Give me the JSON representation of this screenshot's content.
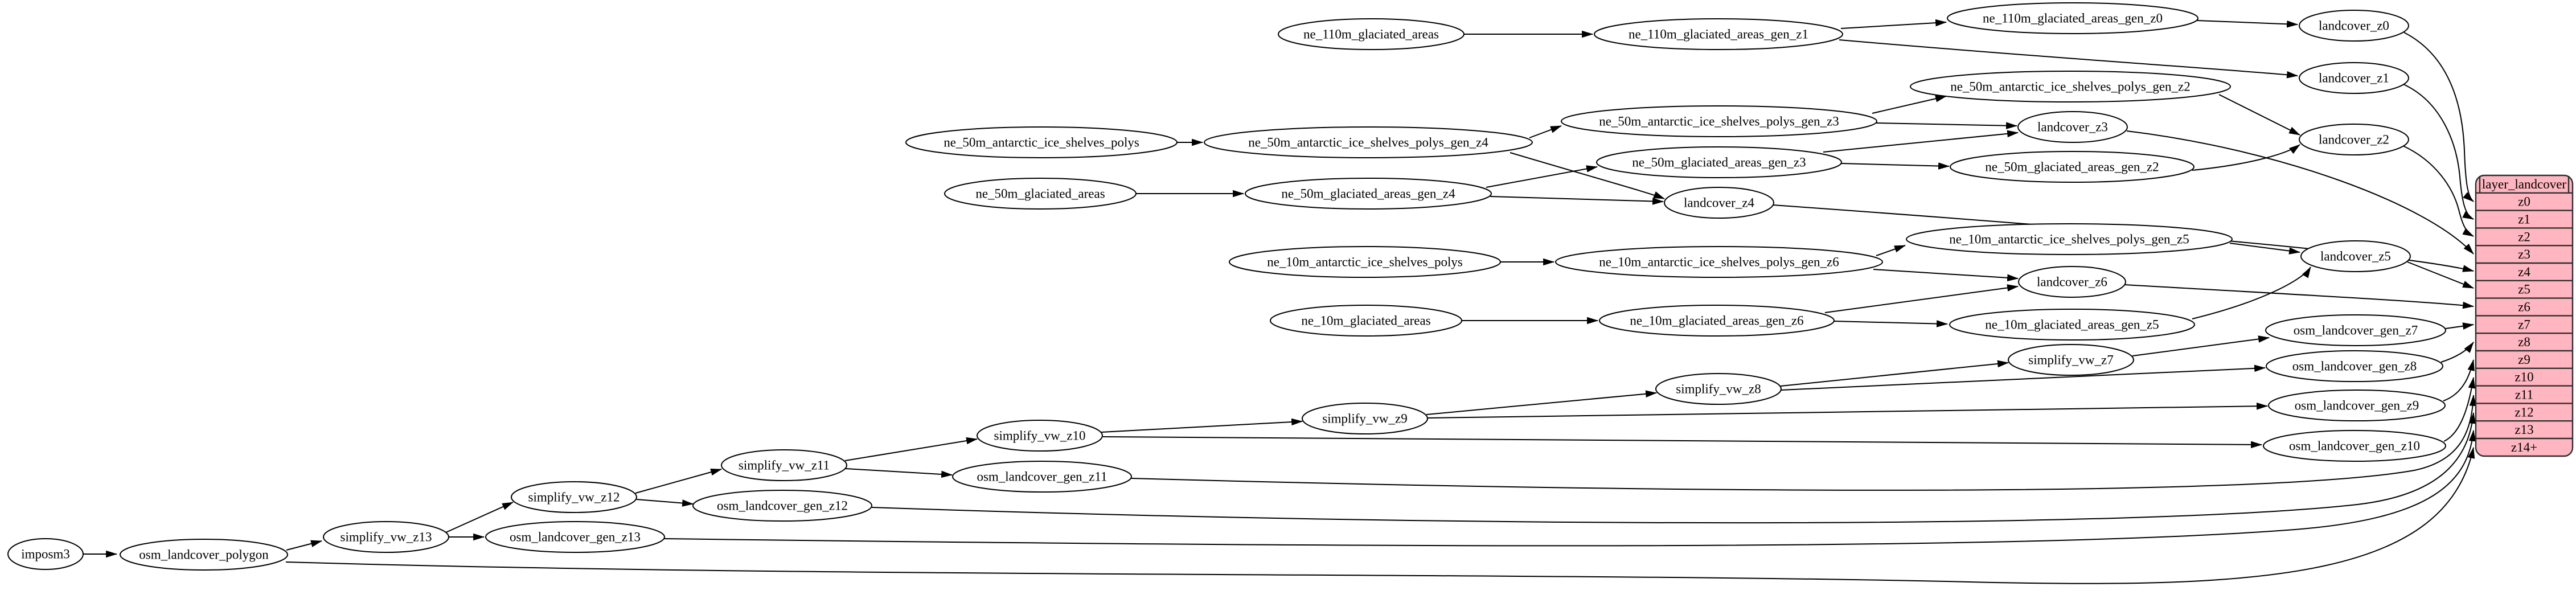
{
  "nodes": {
    "imposm3": {
      "label": "imposm3"
    },
    "osm_landcover_polygon": {
      "label": "osm_landcover_polygon"
    },
    "simplify_vw_z13": {
      "label": "simplify_vw_z13"
    },
    "simplify_vw_z12": {
      "label": "simplify_vw_z12"
    },
    "simplify_vw_z11": {
      "label": "simplify_vw_z11"
    },
    "simplify_vw_z10": {
      "label": "simplify_vw_z10"
    },
    "simplify_vw_z9": {
      "label": "simplify_vw_z9"
    },
    "simplify_vw_z8": {
      "label": "simplify_vw_z8"
    },
    "simplify_vw_z7": {
      "label": "simplify_vw_z7"
    },
    "osm_landcover_gen_z13": {
      "label": "osm_landcover_gen_z13"
    },
    "osm_landcover_gen_z12": {
      "label": "osm_landcover_gen_z12"
    },
    "osm_landcover_gen_z11": {
      "label": "osm_landcover_gen_z11"
    },
    "osm_landcover_gen_z10": {
      "label": "osm_landcover_gen_z10"
    },
    "osm_landcover_gen_z9": {
      "label": "osm_landcover_gen_z9"
    },
    "osm_landcover_gen_z8": {
      "label": "osm_landcover_gen_z8"
    },
    "osm_landcover_gen_z7": {
      "label": "osm_landcover_gen_z7"
    },
    "ne_110m_glaciated_areas": {
      "label": "ne_110m_glaciated_areas"
    },
    "ne_110m_glaciated_areas_gen_z1": {
      "label": "ne_110m_glaciated_areas_gen_z1"
    },
    "ne_110m_glaciated_areas_gen_z0": {
      "label": "ne_110m_glaciated_areas_gen_z0"
    },
    "ne_50m_antarctic_ice_shelves_polys": {
      "label": "ne_50m_antarctic_ice_shelves_polys"
    },
    "ne_50m_antarctic_ice_shelves_polys_gen_z4": {
      "label": "ne_50m_antarctic_ice_shelves_polys_gen_z4"
    },
    "ne_50m_antarctic_ice_shelves_polys_gen_z3": {
      "label": "ne_50m_antarctic_ice_shelves_polys_gen_z3"
    },
    "ne_50m_antarctic_ice_shelves_polys_gen_z2": {
      "label": "ne_50m_antarctic_ice_shelves_polys_gen_z2"
    },
    "ne_50m_glaciated_areas": {
      "label": "ne_50m_glaciated_areas"
    },
    "ne_50m_glaciated_areas_gen_z4": {
      "label": "ne_50m_glaciated_areas_gen_z4"
    },
    "ne_50m_glaciated_areas_gen_z3": {
      "label": "ne_50m_glaciated_areas_gen_z3"
    },
    "ne_50m_glaciated_areas_gen_z2": {
      "label": "ne_50m_glaciated_areas_gen_z2"
    },
    "ne_10m_antarctic_ice_shelves_polys": {
      "label": "ne_10m_antarctic_ice_shelves_polys"
    },
    "ne_10m_antarctic_ice_shelves_polys_gen_z6": {
      "label": "ne_10m_antarctic_ice_shelves_polys_gen_z6"
    },
    "ne_10m_antarctic_ice_shelves_polys_gen_z5": {
      "label": "ne_10m_antarctic_ice_shelves_polys_gen_z5"
    },
    "ne_10m_glaciated_areas": {
      "label": "ne_10m_glaciated_areas"
    },
    "ne_10m_glaciated_areas_gen_z6": {
      "label": "ne_10m_glaciated_areas_gen_z6"
    },
    "ne_10m_glaciated_areas_gen_z5": {
      "label": "ne_10m_glaciated_areas_gen_z5"
    },
    "landcover_z0": {
      "label": "landcover_z0"
    },
    "landcover_z1": {
      "label": "landcover_z1"
    },
    "landcover_z2": {
      "label": "landcover_z2"
    },
    "landcover_z3": {
      "label": "landcover_z3"
    },
    "landcover_z4": {
      "label": "landcover_z4"
    },
    "landcover_z5": {
      "label": "landcover_z5"
    },
    "landcover_z6": {
      "label": "landcover_z6"
    }
  },
  "table": {
    "title": "layer_landcover",
    "rows": [
      "z0",
      "z1",
      "z2",
      "z3",
      "z4",
      "z5",
      "z6",
      "z7",
      "z8",
      "z9",
      "z10",
      "z11",
      "z12",
      "z13",
      "z14+"
    ]
  },
  "edges": [
    {
      "from": "imposm3",
      "to": "osm_landcover_polygon"
    },
    {
      "from": "osm_landcover_polygon",
      "to": "simplify_vw_z13"
    },
    {
      "from": "osm_landcover_polygon",
      "to": "layer_landcover.z14+"
    },
    {
      "from": "simplify_vw_z13",
      "to": "simplify_vw_z12"
    },
    {
      "from": "simplify_vw_z13",
      "to": "osm_landcover_gen_z13"
    },
    {
      "from": "osm_landcover_gen_z13",
      "to": "layer_landcover.z13"
    },
    {
      "from": "simplify_vw_z12",
      "to": "simplify_vw_z11"
    },
    {
      "from": "simplify_vw_z12",
      "to": "osm_landcover_gen_z12"
    },
    {
      "from": "osm_landcover_gen_z12",
      "to": "layer_landcover.z12"
    },
    {
      "from": "simplify_vw_z11",
      "to": "simplify_vw_z10"
    },
    {
      "from": "simplify_vw_z11",
      "to": "osm_landcover_gen_z11"
    },
    {
      "from": "osm_landcover_gen_z11",
      "to": "layer_landcover.z11"
    },
    {
      "from": "simplify_vw_z10",
      "to": "simplify_vw_z9"
    },
    {
      "from": "simplify_vw_z10",
      "to": "osm_landcover_gen_z10"
    },
    {
      "from": "osm_landcover_gen_z10",
      "to": "layer_landcover.z10"
    },
    {
      "from": "simplify_vw_z9",
      "to": "simplify_vw_z8"
    },
    {
      "from": "simplify_vw_z9",
      "to": "osm_landcover_gen_z9"
    },
    {
      "from": "osm_landcover_gen_z9",
      "to": "layer_landcover.z9"
    },
    {
      "from": "simplify_vw_z8",
      "to": "simplify_vw_z7"
    },
    {
      "from": "simplify_vw_z8",
      "to": "osm_landcover_gen_z8"
    },
    {
      "from": "osm_landcover_gen_z8",
      "to": "layer_landcover.z8"
    },
    {
      "from": "simplify_vw_z7",
      "to": "osm_landcover_gen_z7"
    },
    {
      "from": "osm_landcover_gen_z7",
      "to": "layer_landcover.z7"
    },
    {
      "from": "ne_110m_glaciated_areas",
      "to": "ne_110m_glaciated_areas_gen_z1"
    },
    {
      "from": "ne_110m_glaciated_areas_gen_z1",
      "to": "ne_110m_glaciated_areas_gen_z0"
    },
    {
      "from": "ne_110m_glaciated_areas_gen_z1",
      "to": "landcover_z1"
    },
    {
      "from": "ne_110m_glaciated_areas_gen_z0",
      "to": "landcover_z0"
    },
    {
      "from": "landcover_z0",
      "to": "layer_landcover.z0"
    },
    {
      "from": "landcover_z1",
      "to": "layer_landcover.z1"
    },
    {
      "from": "landcover_z2",
      "to": "layer_landcover.z2"
    },
    {
      "from": "ne_50m_antarctic_ice_shelves_polys",
      "to": "ne_50m_antarctic_ice_shelves_polys_gen_z4"
    },
    {
      "from": "ne_50m_antarctic_ice_shelves_polys_gen_z4",
      "to": "ne_50m_antarctic_ice_shelves_polys_gen_z3"
    },
    {
      "from": "ne_50m_antarctic_ice_shelves_polys_gen_z4",
      "to": "landcover_z4"
    },
    {
      "from": "ne_50m_antarctic_ice_shelves_polys_gen_z3",
      "to": "ne_50m_antarctic_ice_shelves_polys_gen_z2"
    },
    {
      "from": "ne_50m_antarctic_ice_shelves_polys_gen_z3",
      "to": "landcover_z3"
    },
    {
      "from": "ne_50m_antarctic_ice_shelves_polys_gen_z2",
      "to": "landcover_z2"
    },
    {
      "from": "ne_50m_glaciated_areas",
      "to": "ne_50m_glaciated_areas_gen_z4"
    },
    {
      "from": "ne_50m_glaciated_areas_gen_z4",
      "to": "ne_50m_glaciated_areas_gen_z3"
    },
    {
      "from": "ne_50m_glaciated_areas_gen_z4",
      "to": "landcover_z4"
    },
    {
      "from": "ne_50m_glaciated_areas_gen_z3",
      "to": "ne_50m_glaciated_areas_gen_z2"
    },
    {
      "from": "ne_50m_glaciated_areas_gen_z3",
      "to": "landcover_z3"
    },
    {
      "from": "ne_50m_glaciated_areas_gen_z2",
      "to": "landcover_z2"
    },
    {
      "from": "landcover_z3",
      "to": "layer_landcover.z3"
    },
    {
      "from": "landcover_z4",
      "to": "layer_landcover.z4"
    },
    {
      "from": "ne_10m_antarctic_ice_shelves_polys",
      "to": "ne_10m_antarctic_ice_shelves_polys_gen_z6"
    },
    {
      "from": "ne_10m_antarctic_ice_shelves_polys_gen_z6",
      "to": "ne_10m_antarctic_ice_shelves_polys_gen_z5"
    },
    {
      "from": "ne_10m_antarctic_ice_shelves_polys_gen_z6",
      "to": "landcover_z6"
    },
    {
      "from": "ne_10m_antarctic_ice_shelves_polys_gen_z5",
      "to": "landcover_z5"
    },
    {
      "from": "ne_10m_glaciated_areas",
      "to": "ne_10m_glaciated_areas_gen_z6"
    },
    {
      "from": "ne_10m_glaciated_areas_gen_z6",
      "to": "ne_10m_glaciated_areas_gen_z5"
    },
    {
      "from": "ne_10m_glaciated_areas_gen_z6",
      "to": "landcover_z6"
    },
    {
      "from": "ne_10m_glaciated_areas_gen_z5",
      "to": "landcover_z5"
    },
    {
      "from": "landcover_z5",
      "to": "layer_landcover.z5"
    },
    {
      "from": "landcover_z6",
      "to": "layer_landcover.z6"
    }
  ],
  "colors": {
    "table_fill": "#ffb6c1",
    "table_border": "#2e2e2e",
    "node_fill": "#ffffff",
    "stroke": "#000000"
  }
}
